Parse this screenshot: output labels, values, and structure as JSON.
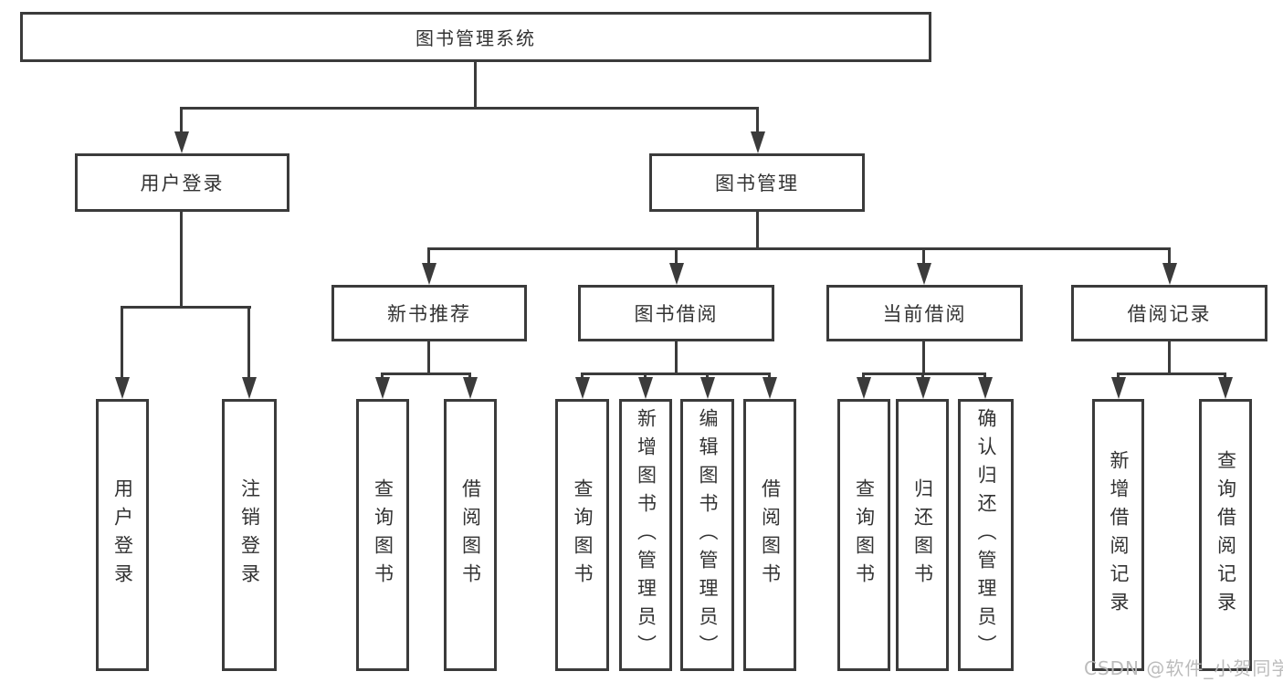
{
  "title": "图书管理系统",
  "watermark": {
    "text": "CSDN @软件_小贺同学"
  },
  "colors": {
    "line": "#3b3b3b",
    "text": "#333333",
    "background": "#ffffff",
    "watermark": "#b9b9b9"
  },
  "diagram_type": "hierarchy-tree",
  "tree": {
    "label": "图书管理系统",
    "children": [
      {
        "label": "用户登录",
        "children": [
          {
            "label": "用户登录"
          },
          {
            "label": "注销登录"
          }
        ]
      },
      {
        "label": "图书管理",
        "children": [
          {
            "label": "新书推荐",
            "children": [
              {
                "label": "查询图书"
              },
              {
                "label": "借阅图书"
              }
            ]
          },
          {
            "label": "图书借阅",
            "children": [
              {
                "label": "查询图书"
              },
              {
                "label": "新增图书（管理员）"
              },
              {
                "label": "编辑图书（管理员）"
              },
              {
                "label": "借阅图书"
              }
            ]
          },
          {
            "label": "当前借阅",
            "children": [
              {
                "label": "查询图书"
              },
              {
                "label": "归还图书"
              },
              {
                "label": "确认归还（管理员）"
              }
            ]
          },
          {
            "label": "借阅记录",
            "children": [
              {
                "label": "新增借阅记录"
              },
              {
                "label": "查询借阅记录"
              }
            ]
          }
        ]
      }
    ]
  }
}
